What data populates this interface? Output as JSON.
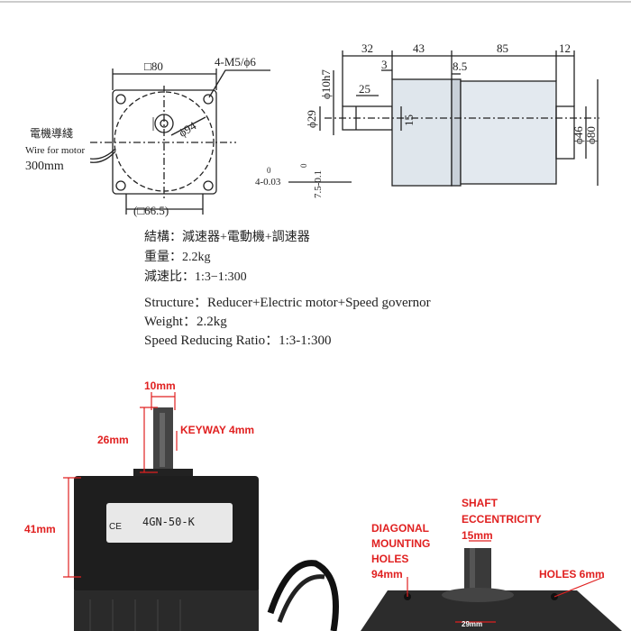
{
  "front_view": {
    "square": "□80",
    "holes": "4-M5/ϕ6",
    "diag": "ϕ94",
    "bottom": "(□66.5)",
    "wire_cn": "電機導綫",
    "wire_en": "Wire for motor",
    "wire_len": "300mm",
    "key_tol_top": "0",
    "key_tol": "4-0.03",
    "key2_tol_top": "0",
    "key2_tol": "7.5-0.1"
  },
  "side_view": {
    "d32": "32",
    "d43": "43",
    "d85": "85",
    "d12": "12",
    "d3": "3",
    "d85b": "8.5",
    "d25": "25",
    "shaft": "ϕ10h7",
    "d29": "ϕ29",
    "d15": "15",
    "d46": "ϕ46",
    "d80": "ϕ80"
  },
  "specs_cn": [
    "結構：減速器+電動機+調速器",
    "重量：2.2kg",
    "減速比：1:3−1:300"
  ],
  "specs_en": [
    "Structure：Reducer+Electric motor+Speed governor",
    "Weight：2.2kg",
    "Speed Reducing Ratio：1:3-1:300"
  ],
  "photo": {
    "shaft_width": "10mm",
    "shaft_len": "26mm",
    "keyway": "KEYWAY 4mm",
    "height": "41mm",
    "model": "4GN-50-K",
    "ce": "CE",
    "eccentricity_l1": "SHAFT",
    "eccentricity_l2": "ECCENTRICITY",
    "eccentricity_l3": "15mm",
    "diag_l1": "DIAGONAL",
    "diag_l2": "MOUNTING",
    "diag_l3": "HOLES",
    "diag_l4": "94mm",
    "holes": "HOLES 6mm",
    "base_width": "29mm"
  }
}
